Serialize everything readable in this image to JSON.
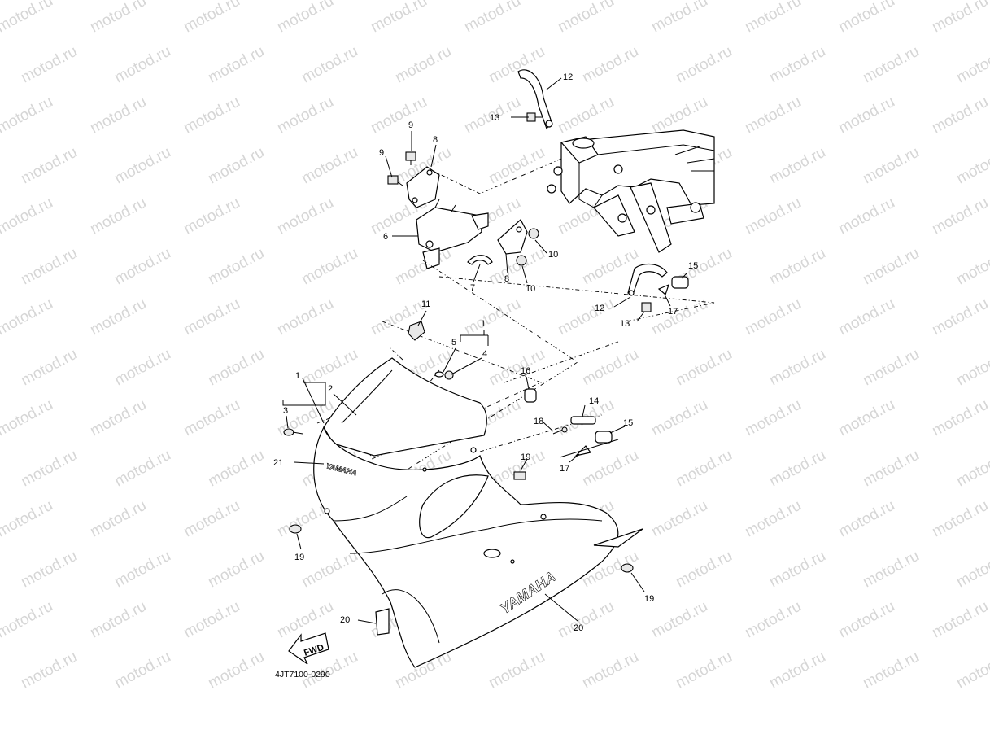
{
  "watermark": "motod.ru",
  "diagram_code": "4JT7100-0290",
  "fwd_label": "FWD",
  "brand_text": "YAMAHA",
  "callouts": {
    "c12a": "12",
    "c13a": "13",
    "c9a": "9",
    "c8a": "8",
    "c9b": "9",
    "c6": "6",
    "c10a": "10",
    "c8b": "8",
    "c10b": "10",
    "c7": "7",
    "c15a": "15",
    "c17a": "17",
    "c12b": "12",
    "c13b": "13",
    "c11": "11",
    "c1a": "1",
    "c5": "5",
    "c4": "4",
    "c16": "16",
    "c1b": "1",
    "c2": "2",
    "c3": "3",
    "c14": "14",
    "c18": "18",
    "c15b": "15",
    "c19a": "19",
    "c17b": "17",
    "c21": "21",
    "c19b": "19",
    "c19c": "19",
    "c20a": "20",
    "c20b": "20"
  }
}
